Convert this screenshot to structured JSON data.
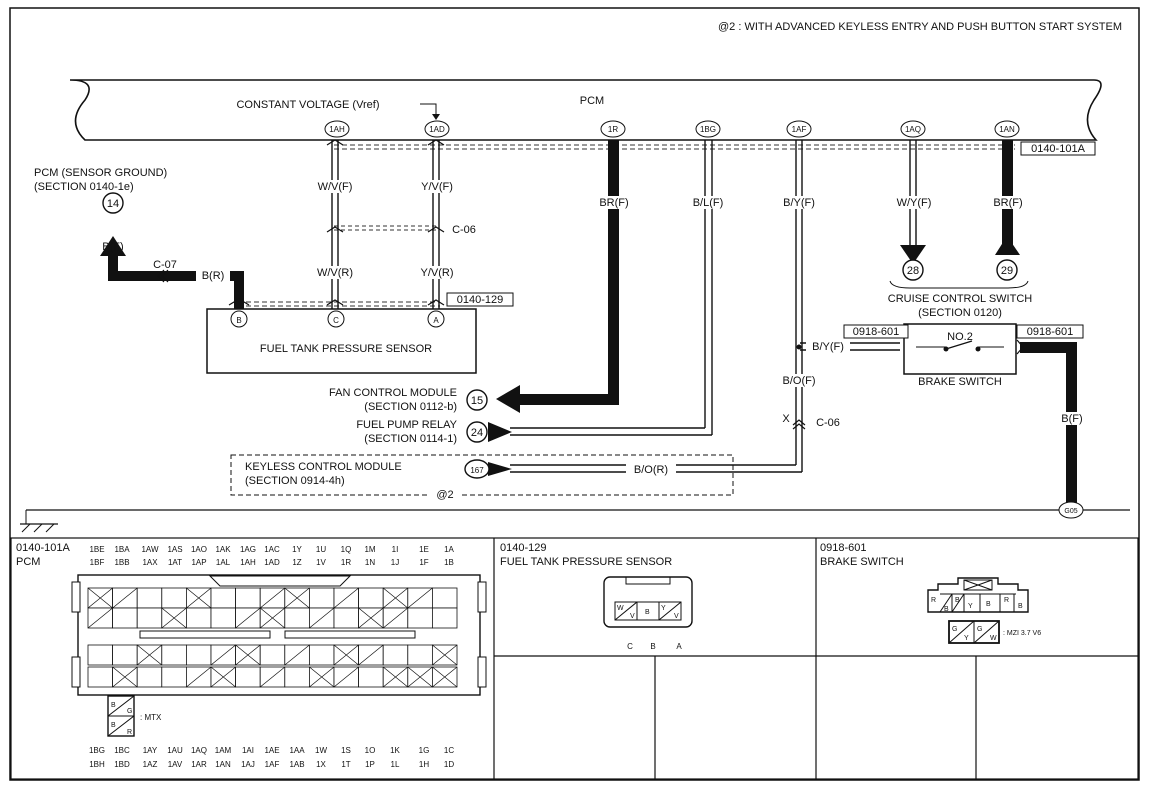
{
  "header_note": "@2 : WITH ADVANCED KEYLESS ENTRY AND PUSH BUTTON START SYSTEM",
  "pcm": {
    "label": "PCM",
    "vref_label": "CONSTANT VOLTAGE (Vref)",
    "connector_ref": "0140-101A",
    "pins": [
      "1AH",
      "1AD",
      "1R",
      "1BG",
      "1AF",
      "1AQ",
      "1AN"
    ]
  },
  "sensor_ground": {
    "line1": "PCM (SENSOR GROUND)",
    "line2": "(SECTION 0140-1e)",
    "ref": "14"
  },
  "wires": {
    "w1": "W/V(F)",
    "w2": "Y/V(F)",
    "w3": "BR(F)",
    "w4": "B/L(F)",
    "w5": "B/Y(F)",
    "w6": "W/Y(F)",
    "w7": "BR(F)",
    "w8": "W/V(R)",
    "w9": "Y/V(R)",
    "w10": "B(F)",
    "w11": "B(R)",
    "w12": "B/Y(F)",
    "w13": "B/O(F)",
    "w14": "B/O(R)",
    "w15": "B(F)",
    "j1": "C-07",
    "j2": "C-06",
    "j3": "C-06",
    "j3x": "X"
  },
  "fuel_sensor": {
    "name": "FUEL TANK PRESSURE SENSOR",
    "connector_ref": "0140-129",
    "pins": [
      "B",
      "C",
      "A"
    ]
  },
  "cruise": {
    "line1": "CRUISE CONTROL SWITCH",
    "line2": "(SECTION 0120)",
    "ref_left": "28",
    "ref_right": "29"
  },
  "brake": {
    "name": "BRAKE SWITCH",
    "no": "NO.2",
    "conn_left": "0918-601",
    "conn_right": "0918-601"
  },
  "modules": [
    {
      "line1": "FAN CONTROL MODULE",
      "line2": "(SECTION 0112-b)",
      "ref": "15"
    },
    {
      "line1": "FUEL PUMP RELAY",
      "line2": "(SECTION 0114-1)",
      "ref": "24"
    },
    {
      "line1": "KEYLESS CONTROL MODULE",
      "line2": "(SECTION 0914-4h)",
      "ref": "167",
      "note": "@2"
    }
  ],
  "ground_ref": "G05",
  "panels": {
    "p1": {
      "code": "0140-101A",
      "name": "PCM",
      "top_row1": [
        "1BE",
        "1BA",
        "1AW",
        "1AS",
        "1AO",
        "1AK",
        "1AG",
        "1AC",
        "1Y",
        "1U",
        "1Q",
        "1M",
        "1I",
        "1E",
        "1A"
      ],
      "top_row2": [
        "1BF",
        "1BB",
        "1AX",
        "1AT",
        "1AP",
        "1AL",
        "1AH",
        "1AD",
        "1Z",
        "1V",
        "1R",
        "1N",
        "1J",
        "1F",
        "1B"
      ],
      "bot_row1": [
        "1BG",
        "1BC",
        "1AY",
        "1AU",
        "1AQ",
        "1AM",
        "1AI",
        "1AE",
        "1AA",
        "1W",
        "1S",
        "1O",
        "1K",
        "1G",
        "1C"
      ],
      "bot_row2": [
        "1BH",
        "1BD",
        "1AZ",
        "1AV",
        "1AR",
        "1AN",
        "1AJ",
        "1AF",
        "1AB",
        "1X",
        "1T",
        "1P",
        "1L",
        "1H",
        "1D"
      ],
      "mtx": ": MTX"
    },
    "p2": {
      "code": "0140-129",
      "name": "FUEL TANK PRESSURE SENSOR",
      "pins": [
        "C",
        "B",
        "A"
      ],
      "cells": [
        "W",
        "V",
        "B",
        "Y",
        "V"
      ]
    },
    "p3": {
      "code": "0918-601",
      "name": "BRAKE SWITCH",
      "note": ": MZI 3.7 V6"
    }
  }
}
